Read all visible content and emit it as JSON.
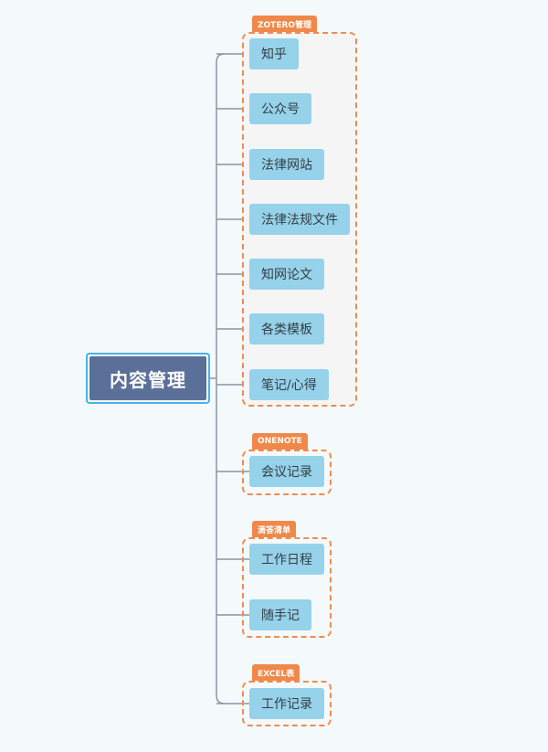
{
  "root": {
    "label": "内容管理"
  },
  "groups": [
    {
      "tag": "ZOTERO管理",
      "items": [
        "知乎",
        "公众号",
        "法律网站",
        "法律法规文件",
        "知网论文",
        "各类模板",
        "笔记/心得"
      ]
    },
    {
      "tag": "ONENOTE",
      "items": [
        "会议记录"
      ]
    },
    {
      "tag": "滴答清单",
      "items": [
        "工作日程",
        "随手记"
      ]
    },
    {
      "tag": "EXCEL表",
      "items": [
        "工作记录"
      ]
    }
  ],
  "colors": {
    "root_fill": "#5a7099",
    "root_border": "#4ab2e6",
    "node_fill": "#96d2e9",
    "group_border": "#f08c50",
    "group_tag": "#f0884a",
    "connector": "#8a96a3"
  }
}
